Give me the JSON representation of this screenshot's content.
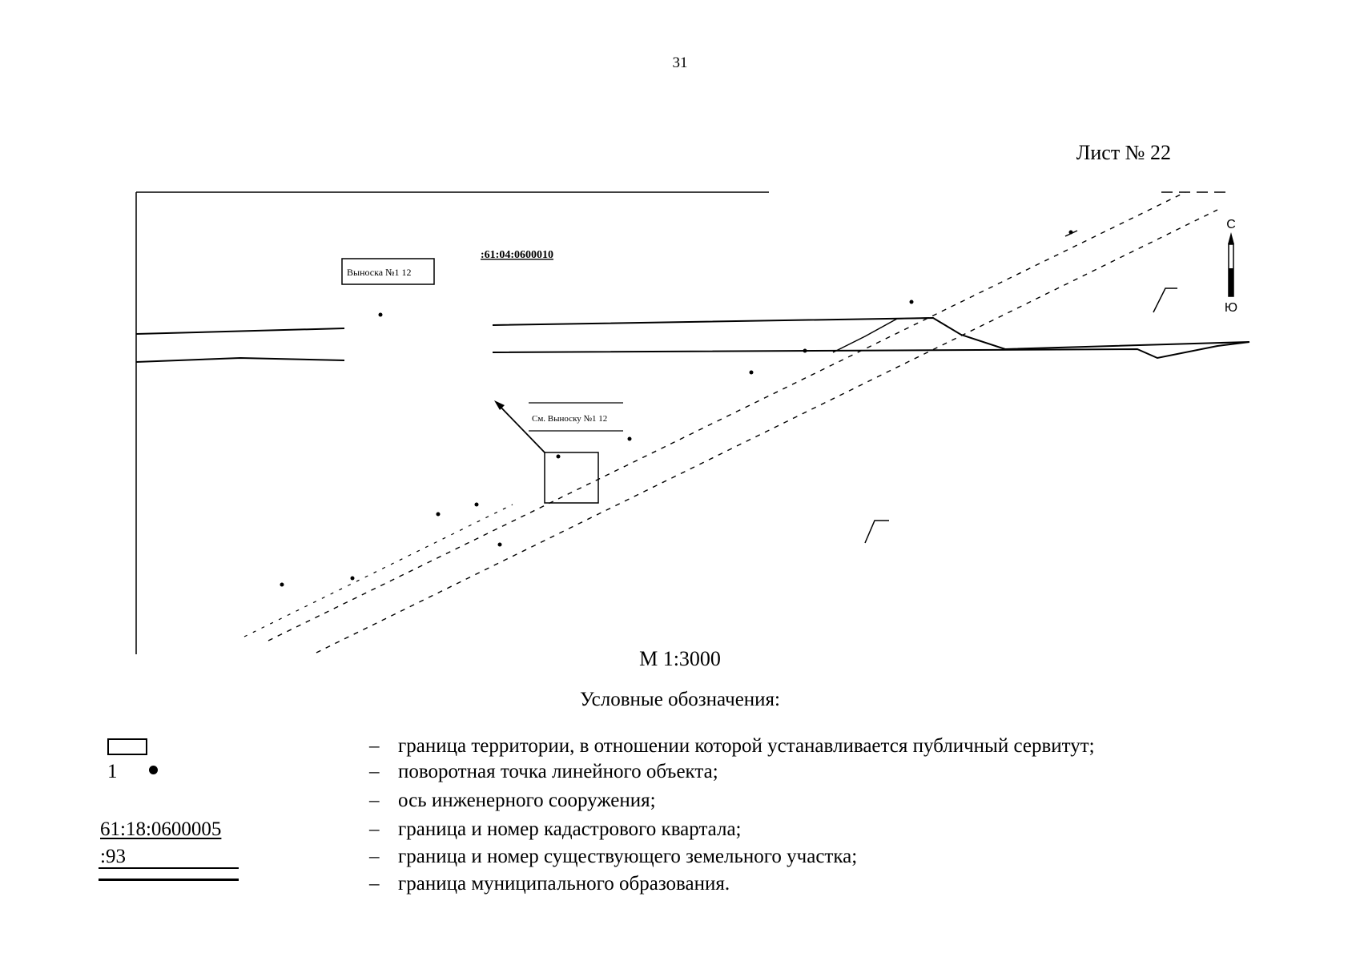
{
  "page": {
    "number": "31",
    "sheet_label": "Лист № 22"
  },
  "map": {
    "cadastral_quarter_label": ":61:04:0600010",
    "callout_box_label": "Выноска №1 12",
    "callout_ref_label": "См. Выноску №1 12",
    "north_label": "С",
    "south_label": "Ю",
    "scale": "М 1:3000"
  },
  "legend": {
    "title": "Условные обозначения:",
    "dash": "–",
    "items": [
      {
        "symbol": "rect-outline",
        "text": "граница территории, в отношении которой устанавливается публичный сервитут;"
      },
      {
        "symbol": "point",
        "symbol_text": "1",
        "text": "поворотная точка линейного объекта;"
      },
      {
        "symbol": "axis",
        "text": "ось инженерного сооружения;"
      },
      {
        "symbol": "quarter",
        "symbol_text": "61:18:0600005",
        "text": "граница и номер кадастрового квартала;"
      },
      {
        "symbol": "parcel",
        "symbol_text": ":93",
        "text": "граница и номер существующего земельного участка;"
      },
      {
        "symbol": "municipal",
        "text": "граница муниципального образования."
      }
    ]
  }
}
